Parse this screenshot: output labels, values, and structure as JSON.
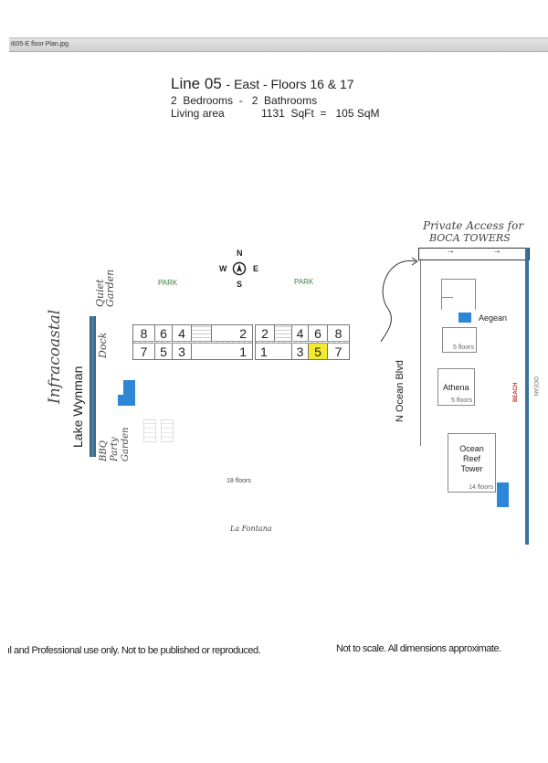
{
  "file_bar": {
    "filename": "i605-E floor Plan.jpg"
  },
  "header": {
    "line": "Line 05",
    "sep": "-",
    "side": "East",
    "floors": "Floors 16 & 17",
    "bed_bath": "2  Bedrooms  -   2  Bathrooms",
    "living_area_label": "Living area",
    "living_area_value": "1131  SqFt  =   105 SqM"
  },
  "compass": {
    "n": "N",
    "s": "S",
    "e": "E",
    "w": "W"
  },
  "map": {
    "park_left": "PARK",
    "park_right": "PARK",
    "intracoastal": "Infracoastal",
    "lake": "Lake Wynman",
    "quiet_garden": "Quiet Garden",
    "dock": "Dock",
    "bbq": "BBQ Party Garden",
    "floors_main": "18 floors",
    "building_name": "La Fontana",
    "west_block": {
      "top": [
        "8",
        "6",
        "4",
        "",
        "2"
      ],
      "bottom": [
        "7",
        "5",
        "3",
        "",
        "1"
      ]
    },
    "east_block": {
      "top": [
        "2",
        "",
        "4",
        "6",
        "8"
      ],
      "bottom": [
        "1",
        "3",
        "5",
        "7"
      ]
    },
    "highlight_unit": "5",
    "highlight_color": "#f2ea2c",
    "pool_color": "#2e86d6",
    "private_access": "Private Access for",
    "boca_towers": "BOCA TOWERS",
    "road": "N Ocean Blvd",
    "aegean": "Aegean",
    "aegean_floors": "5 floors",
    "athena": "Athena",
    "athena_floors": "5 floors",
    "ocean_reef": [
      "Ocean",
      "Reef",
      "Tower"
    ],
    "ocean_reef_floors": "14 floors",
    "beach": "BEACH",
    "ocean": "OCEAN"
  },
  "footer": {
    "left": "ıl and Professional use only.  Not to be published or reproduced.",
    "right": "Not to scale.  All dimensions approximate."
  }
}
